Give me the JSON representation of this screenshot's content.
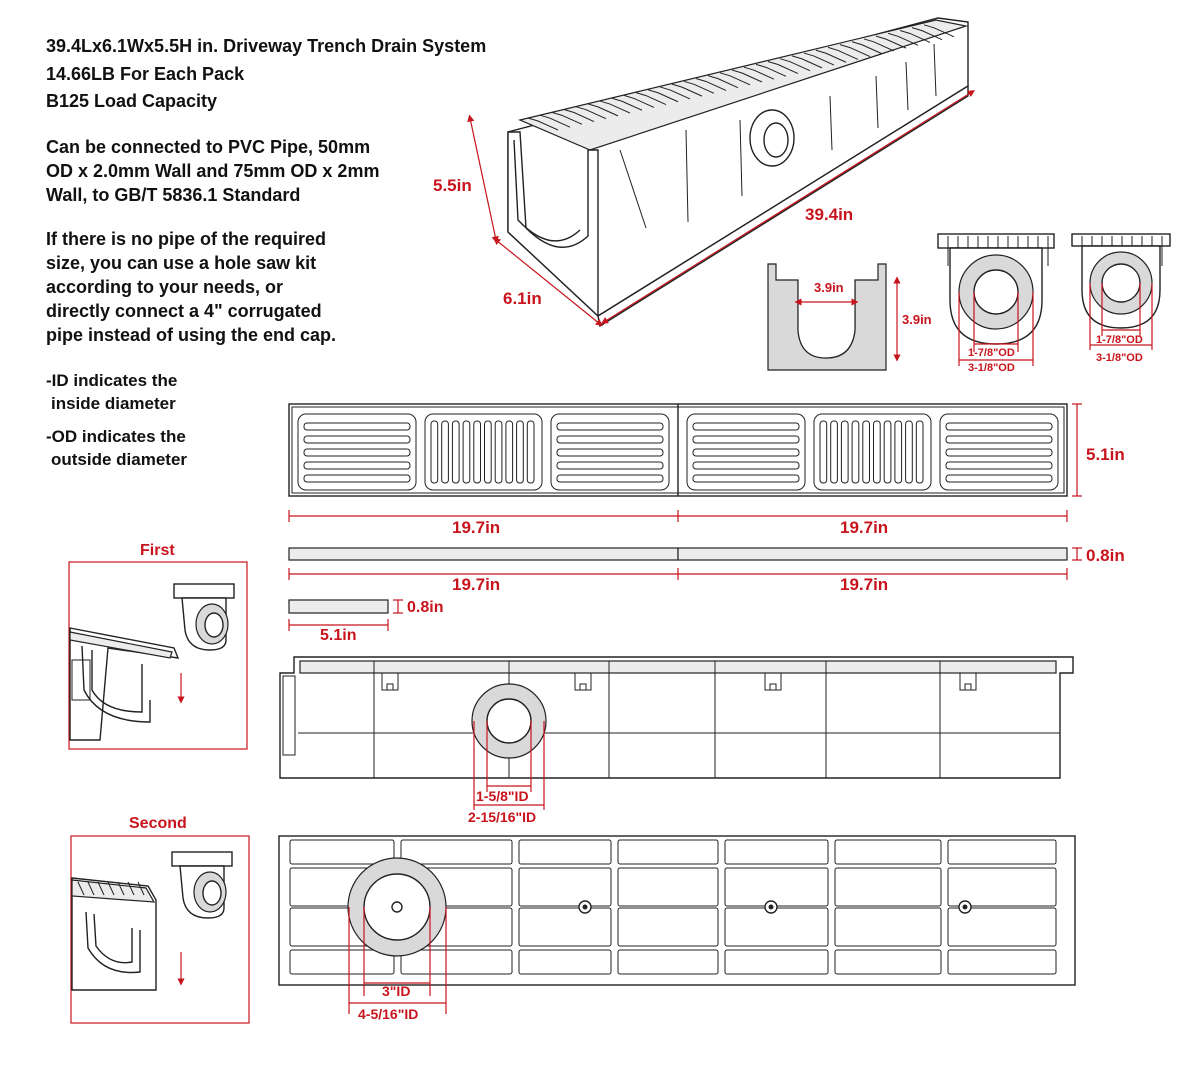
{
  "specs": {
    "title": "39.4Lx6.1Wx5.5H in. Driveway Trench Drain System",
    "weight": "14.66LB For Each Pack",
    "load": "B125 Load Capacity",
    "pipe_line1": "Can be connected to PVC Pipe, 50mm",
    "pipe_line2": "OD x 2.0mm Wall and 75mm OD x 2mm",
    "pipe_line3": "Wall, to GB/T 5836.1 Standard",
    "hole_line1": "If there is no pipe of the required",
    "hole_line2": "size, you can use a hole saw kit",
    "hole_line3": "according to your needs, or",
    "hole_line4": "directly connect a 4\" corrugated",
    "hole_line5": "pipe instead of using the end cap.",
    "id_line1": "-ID indicates the",
    "id_line2": "inside diameter",
    "od_line1": "-OD indicates the",
    "od_line2": "outside diameter"
  },
  "dimensions": {
    "height": "5.5in",
    "length": "39.4in",
    "width": "6.1in",
    "channel_width": "3.9in",
    "channel_depth": "3.9in",
    "cap_large_inner": "1-7/8\"OD",
    "cap_large_outer": "3-1/8\"OD",
    "cap_small_inner": "1-7/8\"OD",
    "cap_small_outer": "3-1/8\"OD",
    "grate_height": "5.1in",
    "grate_half_left": "19.7in",
    "grate_half_right": "19.7in",
    "bar_thickness": "0.8in",
    "bar_half_left": "19.7in",
    "bar_half_right": "19.7in",
    "cap_thickness": "0.8in",
    "cap_width": "5.1in",
    "side_outlet_id": "1-5/8\"ID",
    "side_outlet_od": "2-15/16\"ID",
    "bottom_outlet_id": "3\"ID",
    "bottom_outlet_od": "4-5/16\"ID"
  },
  "steps": {
    "first": "First",
    "second": "Second"
  },
  "colors": {
    "accent": "#c8141c",
    "line": "#222222",
    "fill": "#d9d9d9"
  }
}
